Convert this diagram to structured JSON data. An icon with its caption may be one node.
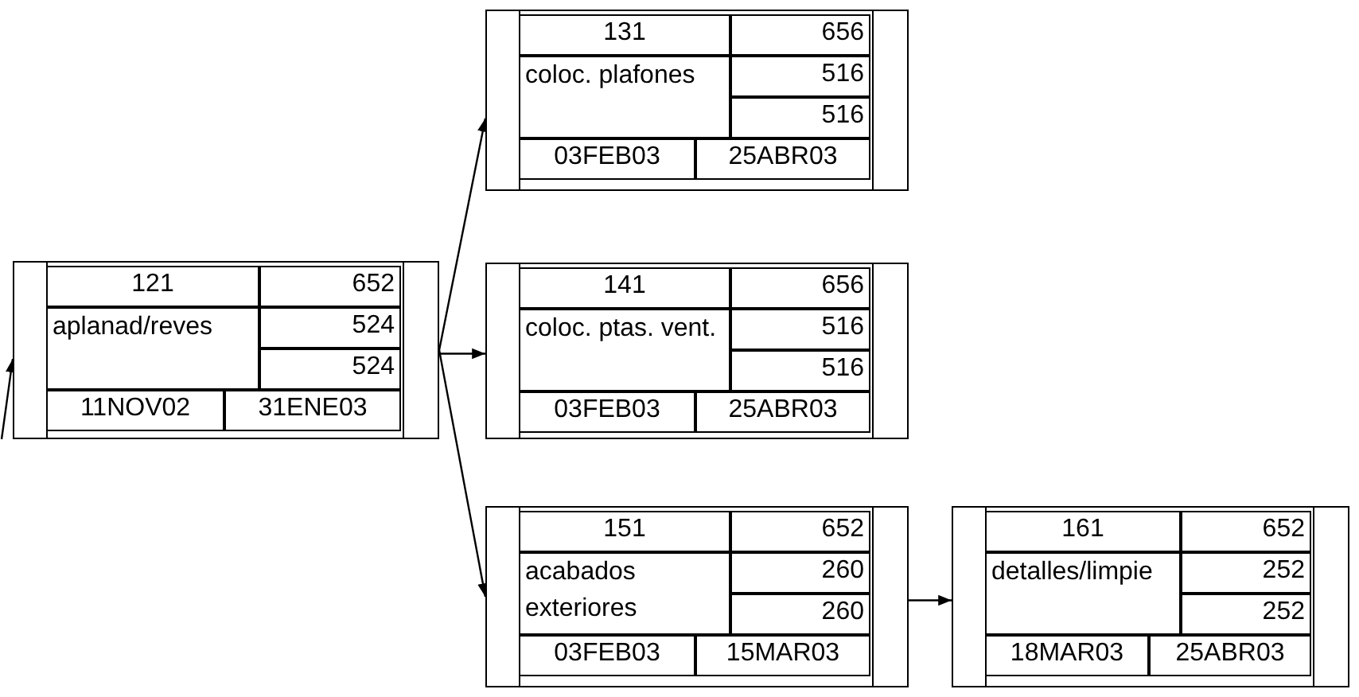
{
  "diagram": {
    "nodes": [
      {
        "text": [
          "121",
          "aplanad/reves",
          "652",
          "524",
          "524",
          "11NOV02",
          "31ENE03"
        ]
      },
      {
        "text": [
          "131",
          "coloc. plafones",
          "656",
          "516",
          "516",
          "03FEB03",
          "25ABR03"
        ]
      },
      {
        "text": [
          "141",
          "coloc. ptas. vent.",
          "656",
          "516",
          "516",
          "03FEB03",
          "25ABR03"
        ]
      },
      {
        "text": [
          "151",
          "acabados exteriores",
          "652",
          "260",
          "260",
          "03FEB03",
          "15MAR03"
        ]
      },
      {
        "text": [
          "161",
          "detalles/limpie",
          "652",
          "252",
          "252",
          "18MAR03",
          "25ABR03"
        ]
      }
    ],
    "edges": [
      {
        "from": null,
        "to": 0,
        "arrow": "to"
      },
      {
        "from": 0,
        "to": 1,
        "arrow": "to"
      },
      {
        "from": 0,
        "to": 2,
        "arrow": "to"
      },
      {
        "from": 0,
        "to": 3,
        "arrow": "to"
      },
      {
        "from": 3,
        "to": 4,
        "arrow": "to"
      }
    ]
  }
}
